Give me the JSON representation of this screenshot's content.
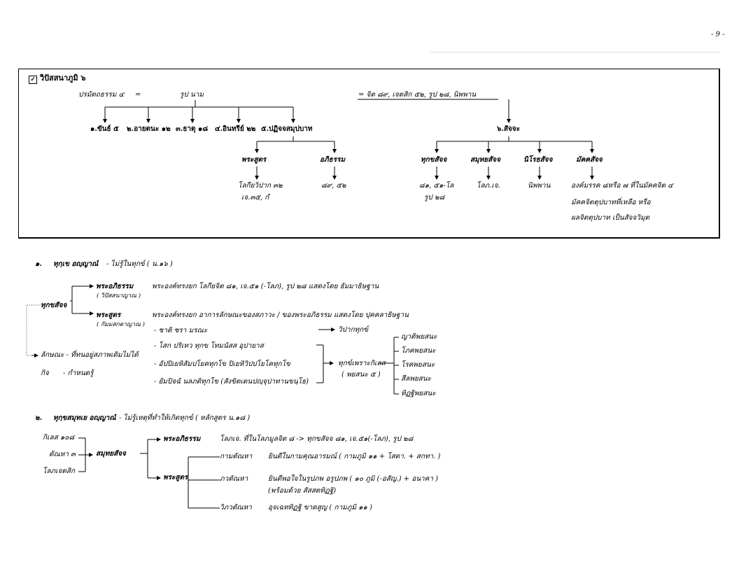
{
  "page_number": "- 9 -",
  "box": {
    "title": "วิปัสสนาภูมิ ๖",
    "p_label": "ปรมัตถธรรม ๔",
    "eq": "=",
    "rupa_nama": "รูป นาม",
    "eq_right": "= จิต ๘๙, เจตสิก ๕๒, รูป ๒๘, นิพพาน",
    "c1": "๑.ขันธ์ ๕",
    "c2": "๒.อายตนะ ๑๒",
    "c3": "๓.ธาตุ ๑๘",
    "c4": "๔.อินทรีย์ ๒๒",
    "c5": "๕.ปฏิจจสมุปบาท",
    "c6": "๖.สัจจะ",
    "pra_sut": "พระสูตร",
    "aphi": "อภิธรรม",
    "ps_v1": "โลกียวิปาก ๓๒",
    "ps_v2": "เจ.๓๕, กํ",
    "ap_v": "๘๙, ๕๒",
    "s1": "ทุกขสัจจ",
    "s2": "สมุทยสัจจ",
    "s3": "นิโรธสัจจ",
    "s4": "มัคคสัจจ",
    "s1_v1": "๘๑, ๕๑-โล",
    "s1_v2": "รูป ๒๘",
    "s2_v": "โลภ.เจ.",
    "s3_v": "นิพพาน",
    "s4_v1": "องค์มรรค ๘หรือ ๗ ที่ในมัคคจิต ๔",
    "s4_v2": "มัคคจิตตุปบาทที่เหลือ หรือ",
    "s4_v3": "ผลจิตตุปบาท เป็นสัจจวิมุต"
  },
  "sec1": {
    "num": "๑.",
    "title": "ทุกฺเข อญฺญาณํ",
    "desc": "- ไม่รู้ในทุกข์  ( น.๑๖ )",
    "left": "ทุกขสัจจ",
    "aphi": "พระอภิธรรม",
    "aphi_sub": "( วิปัสสนาญาณ )",
    "aphi_desc": "พระองค์ทรงยก  โลกียจิต ๘๑, เจ.๕๑ (-โลภ),  รูป ๒๘ แสดงโดย ธัมมาธิษฐาน",
    "sut": "พระสูตร",
    "sut_sub": "( กัมมสกตาญาณ )",
    "sut_desc": "พระองค์ทรงยก  อาการลักษณะของสภาวะ / ของพระอภิธรรม แสดงโดย ปุคคลาธิษฐาน",
    "line1": "- ชาติ  ชรา  มรณะ",
    "vipaka": "วิปากทุกข์",
    "line2": "- โสก  ปริเทว  ทุกข  โทมนัสส  อุปายาส",
    "line3": "- อัปปิเยหิสัมปโยคทุกโข  ปิเยหิวิปปโยโคทุกโข",
    "line4": "- ยัมปิจฉํ นลภติทุกโข (สังขิตเตนปญฺจุปาทานขนฺโธ)",
    "kilesa": "ทุกข์เพราะกิเลส",
    "kilesa_sub": "( พยสนะ ๕ )",
    "b1": "ญาติพยสนะ",
    "b2": "โภคพยสนะ",
    "b3": "โรคพยสนะ",
    "b4": "สีลพยสนะ",
    "b5": "ทิฏฐิพยสนะ",
    "lak": "ลักษณะ - ที่ทนอยู่สภาพเดิมไม่ได้",
    "kit_k": "กิจ",
    "kit_v": "- กำหนดรู้"
  },
  "sec2": {
    "num": "๒.",
    "title": "ทุกฺขสมุทเย อญฺญาณํ",
    "desc": "- ไม่รู้เหตุที่ทำให้เกิดทุกข์  ( หลักสูตร น.๑๘ )",
    "k1": "กิเลส ๑๐๘",
    "k2": "ตัณหา ๓",
    "k3": "โลภเจตสิก",
    "center": "สมุทยสัจจ",
    "aphi": "พระอภิธรรม",
    "aphi_desc": "โลภเจ. ที่ในโลภมูลจิต ๘  -> ทุกขสัจจ ๘๑, เจ.๕๑(-โลภ), รูป ๒๘",
    "sut": "พระสูตร",
    "t1": "กามตัณหา",
    "t1_desc": "ยินดีในกามคุณอารมณ์ ( กามภูมิ ๑๑  + โสดา. + สกทา. )",
    "t2": "ภวตัณหา",
    "t2_desc": "ยินดีพอใจในรูปภพ อรูปภพ  ( ๑๐ ภูมิ (-อสัญ.)  + อนาคา )",
    "t2_desc2": "(พร้อมด้วย สัสสตทิฏฐิ)",
    "t3": "วิภวตัณหา",
    "t3_desc": "อุจเฉททิฏฐิ  ขาดสูญ  ( กามภูมิ ๑๑ )"
  }
}
